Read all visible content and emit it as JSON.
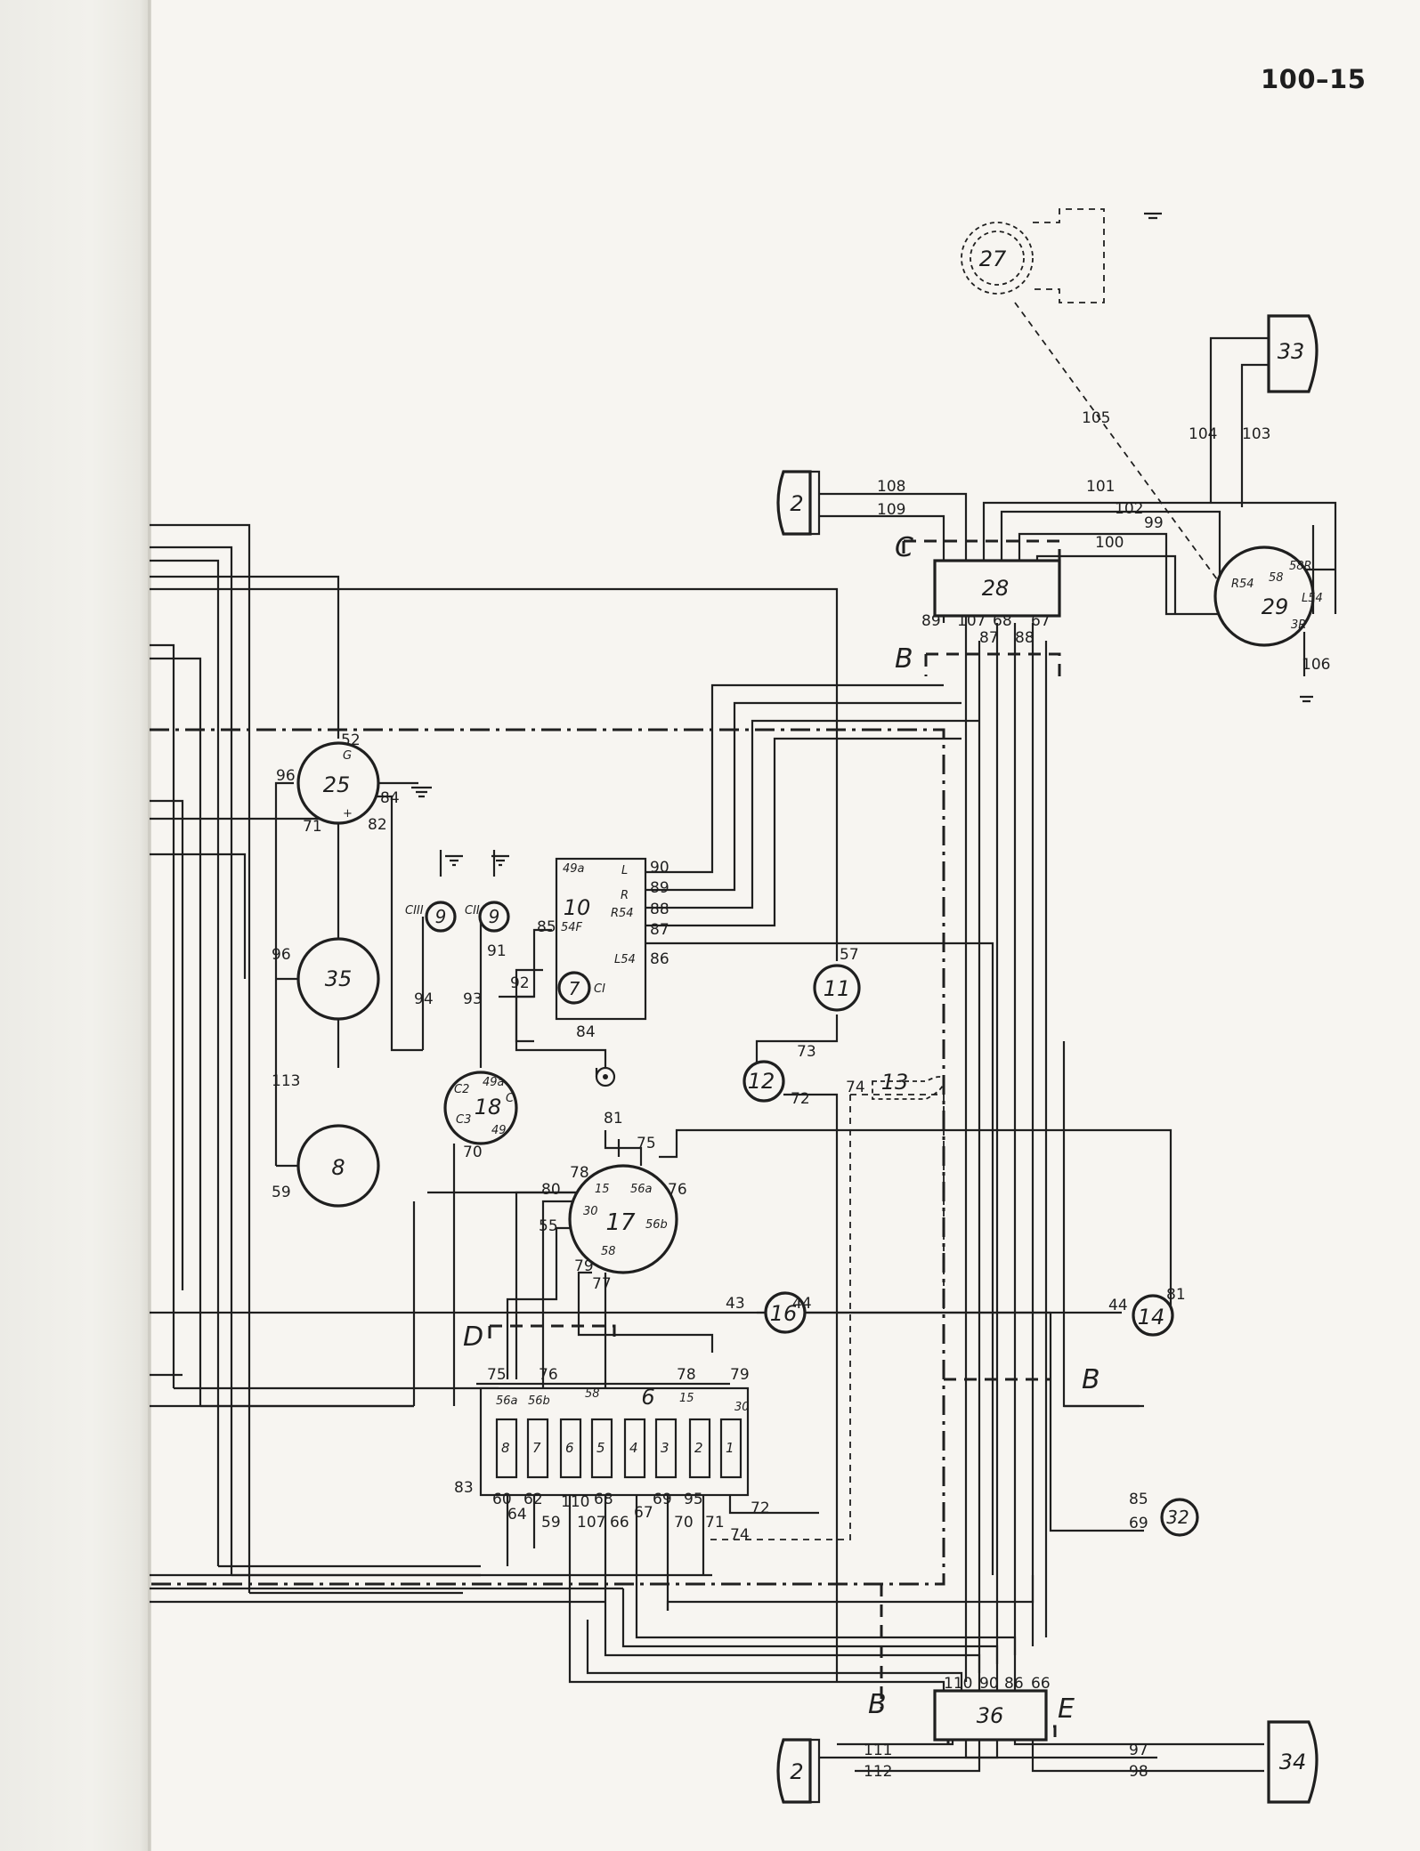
{
  "page": {
    "number": "100–15"
  },
  "sections": [
    "C",
    "B",
    "B",
    "D",
    "B",
    "E"
  ],
  "components": [
    {
      "id": "2"
    },
    {
      "id": "2"
    },
    {
      "id": "6"
    },
    {
      "id": "7"
    },
    {
      "id": "8"
    },
    {
      "id": "9"
    },
    {
      "id": "9"
    },
    {
      "id": "10"
    },
    {
      "id": "11"
    },
    {
      "id": "12"
    },
    {
      "id": "13"
    },
    {
      "id": "14"
    },
    {
      "id": "16"
    },
    {
      "id": "17"
    },
    {
      "id": "18"
    },
    {
      "id": "25"
    },
    {
      "id": "27"
    },
    {
      "id": "28"
    },
    {
      "id": "29"
    },
    {
      "id": "32"
    },
    {
      "id": "33"
    },
    {
      "id": "34"
    },
    {
      "id": "35"
    },
    {
      "id": "36"
    }
  ],
  "terminal_labels": {
    "c25": [
      "G",
      "+"
    ],
    "c9": [
      "CIII",
      "CII"
    ],
    "c10": [
      "49a",
      "L",
      "R",
      "R54",
      "54F",
      "L54"
    ],
    "c7": [
      "CI"
    ],
    "c18": [
      "C2",
      "49a",
      "C",
      "C3",
      "49"
    ],
    "c17": [
      "15",
      "56a",
      "30",
      "56b",
      "58"
    ],
    "c29": [
      "58R",
      "R54",
      "58",
      "L54",
      "3R"
    ],
    "c6_top": [
      "56a",
      "56b",
      "58",
      "15",
      "30"
    ],
    "fuses": [
      "8",
      "7",
      "6",
      "5",
      "4",
      "3",
      "2",
      "1"
    ]
  },
  "wire_numbers": [
    "108",
    "109",
    "101",
    "102",
    "99",
    "100",
    "105",
    "104",
    "103",
    "106",
    "89",
    "107",
    "68",
    "67",
    "87",
    "88",
    "52",
    "96",
    "84",
    "71",
    "82",
    "96",
    "113",
    "59",
    "90",
    "89",
    "88",
    "87",
    "85",
    "86",
    "57",
    "91",
    "94",
    "93",
    "92",
    "84",
    "73",
    "74",
    "72",
    "70",
    "81",
    "75",
    "78",
    "80",
    "76",
    "55",
    "79",
    "77",
    "43",
    "44",
    "44",
    "81",
    "75",
    "76",
    "78",
    "79",
    "83",
    "60",
    "64",
    "62",
    "59",
    "110",
    "68",
    "107",
    "66",
    "67",
    "69",
    "70",
    "95",
    "71",
    "72",
    "74",
    "85",
    "69",
    "110",
    "90",
    "86",
    "66",
    "111",
    "112",
    "97",
    "98"
  ]
}
